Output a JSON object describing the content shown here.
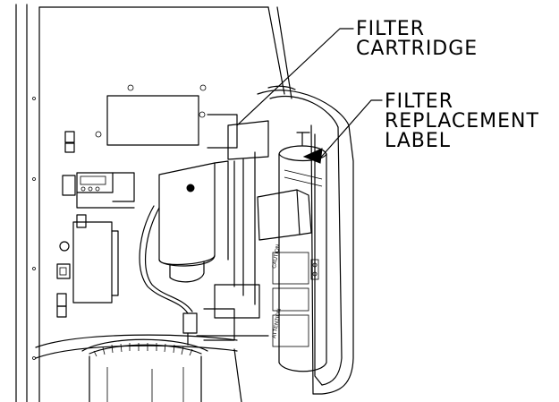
{
  "callouts": {
    "filter_cartridge": {
      "line1": "FILTER",
      "line2": "CARTRIDGE"
    },
    "replacement_label": {
      "line1": "FILTER",
      "line2": "REPLACEMENT",
      "line3": "LABEL"
    }
  },
  "panel_labels": {
    "caution": "CAUTION",
    "attention": "ATTENTION"
  },
  "colors": {
    "ink": "#000000",
    "paper": "#ffffff"
  }
}
